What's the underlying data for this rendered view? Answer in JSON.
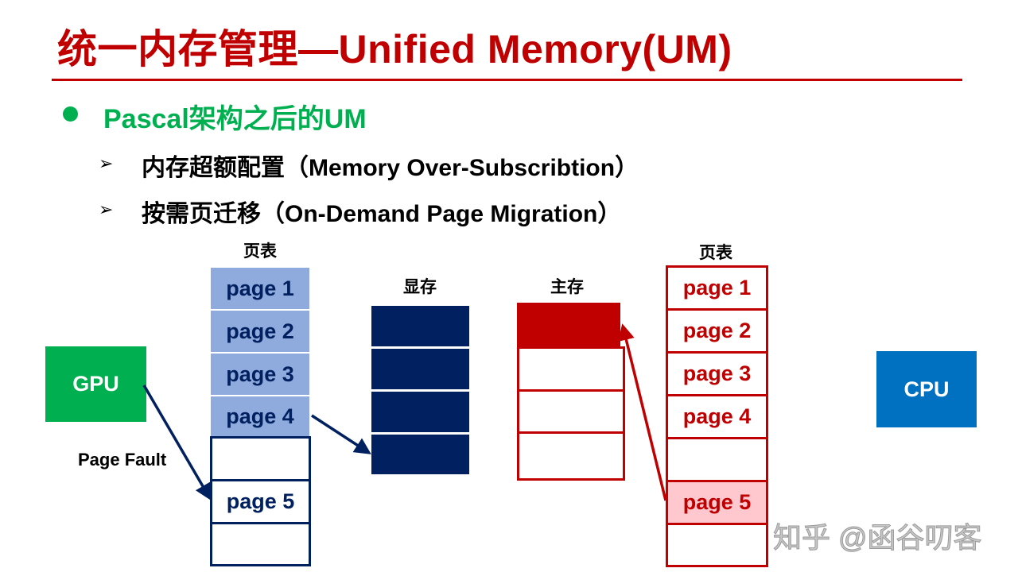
{
  "title": "统一内存管理—Unified Memory(UM)",
  "bullet": "Pascal架构之后的UM",
  "sub_bullets": [
    "内存超额配置（Memory Over-Subscribtion）",
    "按需页迁移（On-Demand Page Migration）"
  ],
  "sub_bullet_marker": "➢",
  "diagram": {
    "gpu": "GPU",
    "cpu": "CPU",
    "page_fault": "Page Fault",
    "gpu_page_table_label": "页表",
    "cpu_page_table_label": "页表",
    "vram_label": "显存",
    "main_memory_label": "主存",
    "gpu_pages": [
      "page 1",
      "page 2",
      "page 3",
      "page 4",
      "",
      "page 5",
      ""
    ],
    "cpu_pages": [
      "page 1",
      "page 2",
      "page 3",
      "page 4",
      "",
      "page 5",
      ""
    ]
  },
  "watermark": "知乎 @函谷叨客",
  "colors": {
    "title": "#c00000",
    "green": "#00b050",
    "navy": "#002060",
    "light_blue": "#8faadc",
    "red": "#c00000",
    "pink": "#ffc7ce",
    "cpu_blue": "#0070c0"
  }
}
